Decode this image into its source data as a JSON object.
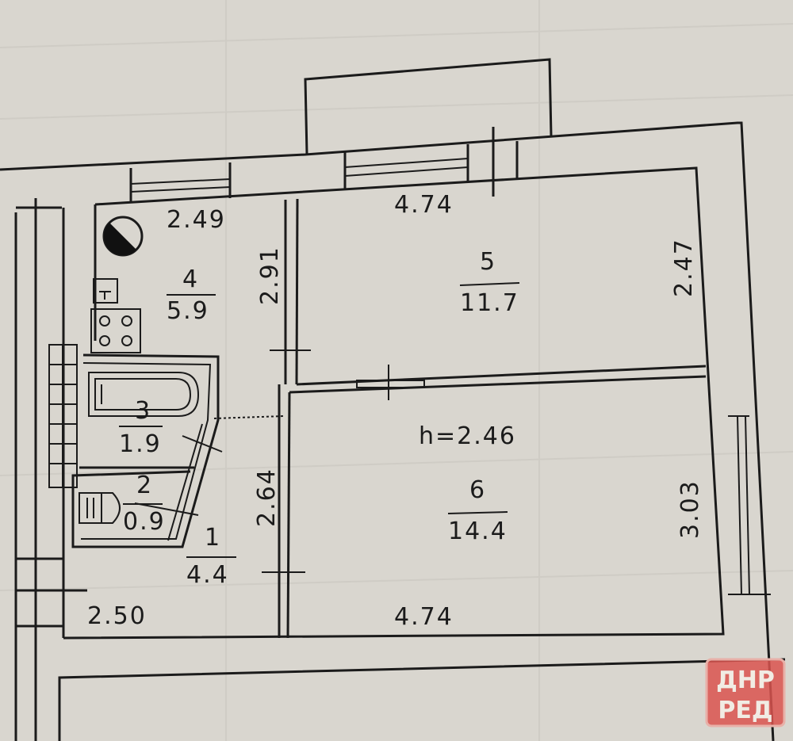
{
  "plan": {
    "ceiling_height": "h=2.46",
    "rooms": [
      {
        "number": "1",
        "area": "4.4"
      },
      {
        "number": "2",
        "area": "0.9"
      },
      {
        "number": "3",
        "area": "1.9"
      },
      {
        "number": "4",
        "area": "5.9"
      },
      {
        "number": "5",
        "area": "11.7"
      },
      {
        "number": "6",
        "area": "14.4"
      }
    ],
    "dimensions": {
      "kitchen_width": "2.49",
      "kitchen_length": "2.91",
      "room5_width": "4.74",
      "room5_length": "2.47",
      "hall_length": "2.64",
      "hall_width": "2.50",
      "room6_width": "4.74",
      "room6_length": "3.03"
    }
  },
  "logo": {
    "line1": "ДНР",
    "line2": "РЕД",
    "color": "#d9534f"
  }
}
